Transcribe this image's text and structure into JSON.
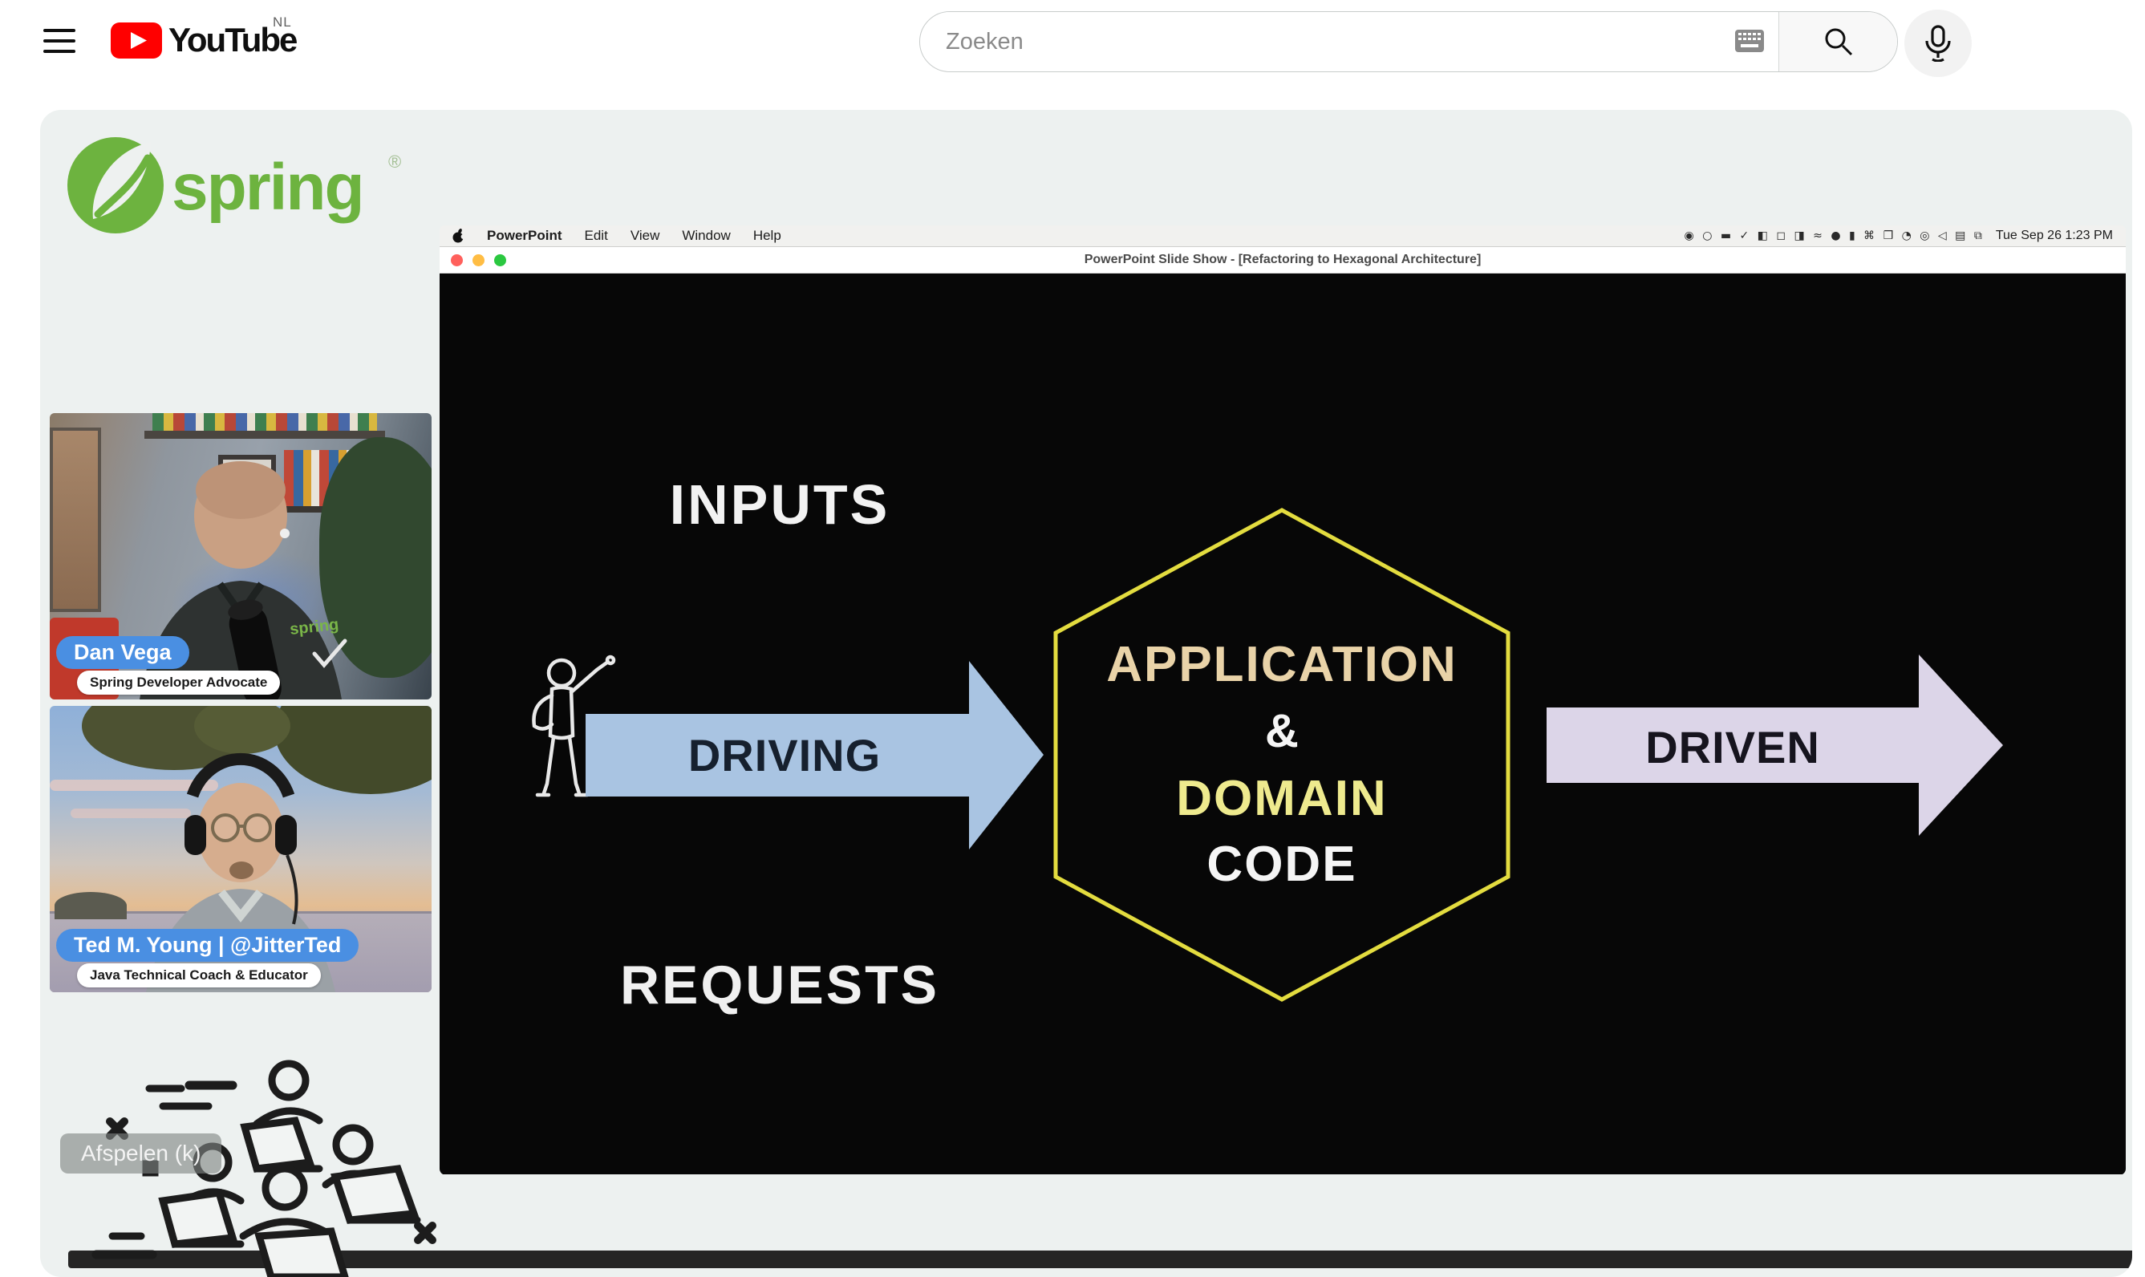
{
  "header": {
    "brand": "YouTube",
    "region_badge": "NL",
    "search_placeholder": "Zoeken"
  },
  "video_overlay": {
    "logo_text": "spring",
    "speakers": [
      {
        "name": "Dan Vega",
        "title": "Spring Developer Advocate"
      },
      {
        "name": "Ted M. Young | @JitterTed",
        "title": "Java Technical Coach & Educator"
      }
    ],
    "play_tooltip": "Afspelen (k)"
  },
  "screen_share": {
    "menu": {
      "items": [
        "PowerPoint",
        "Edit",
        "View",
        "Window",
        "Help"
      ],
      "status_icons": "◉ ○ ▬ ✓ ◧ ◻ ◨ ≈ ● ▮ ⌘ ❒ ◔ ◎ ◁ ▤ ⧉",
      "clock": "Tue Sep 26  1:23 PM"
    },
    "window_title": "PowerPoint Slide Show - [Refactoring to Hexagonal Architecture]",
    "slide": {
      "top_label": "INPUTS",
      "bottom_label": "REQUESTS",
      "left_arrow": "DRIVING",
      "right_arrow": "DRIVEN",
      "hexagon": [
        "APPLICATION",
        "&",
        "DOMAIN",
        "CODE"
      ]
    }
  },
  "colors": {
    "spring_green": "#6db33f",
    "name_pill_blue": "#4a8fe2",
    "driving_arrow": "#a9c4e2",
    "driven_arrow": "#dcd5e8",
    "hexagon_stroke": "#e3dc3f",
    "application_text": "#e9d3a8",
    "domain_text": "#eeea8e"
  }
}
